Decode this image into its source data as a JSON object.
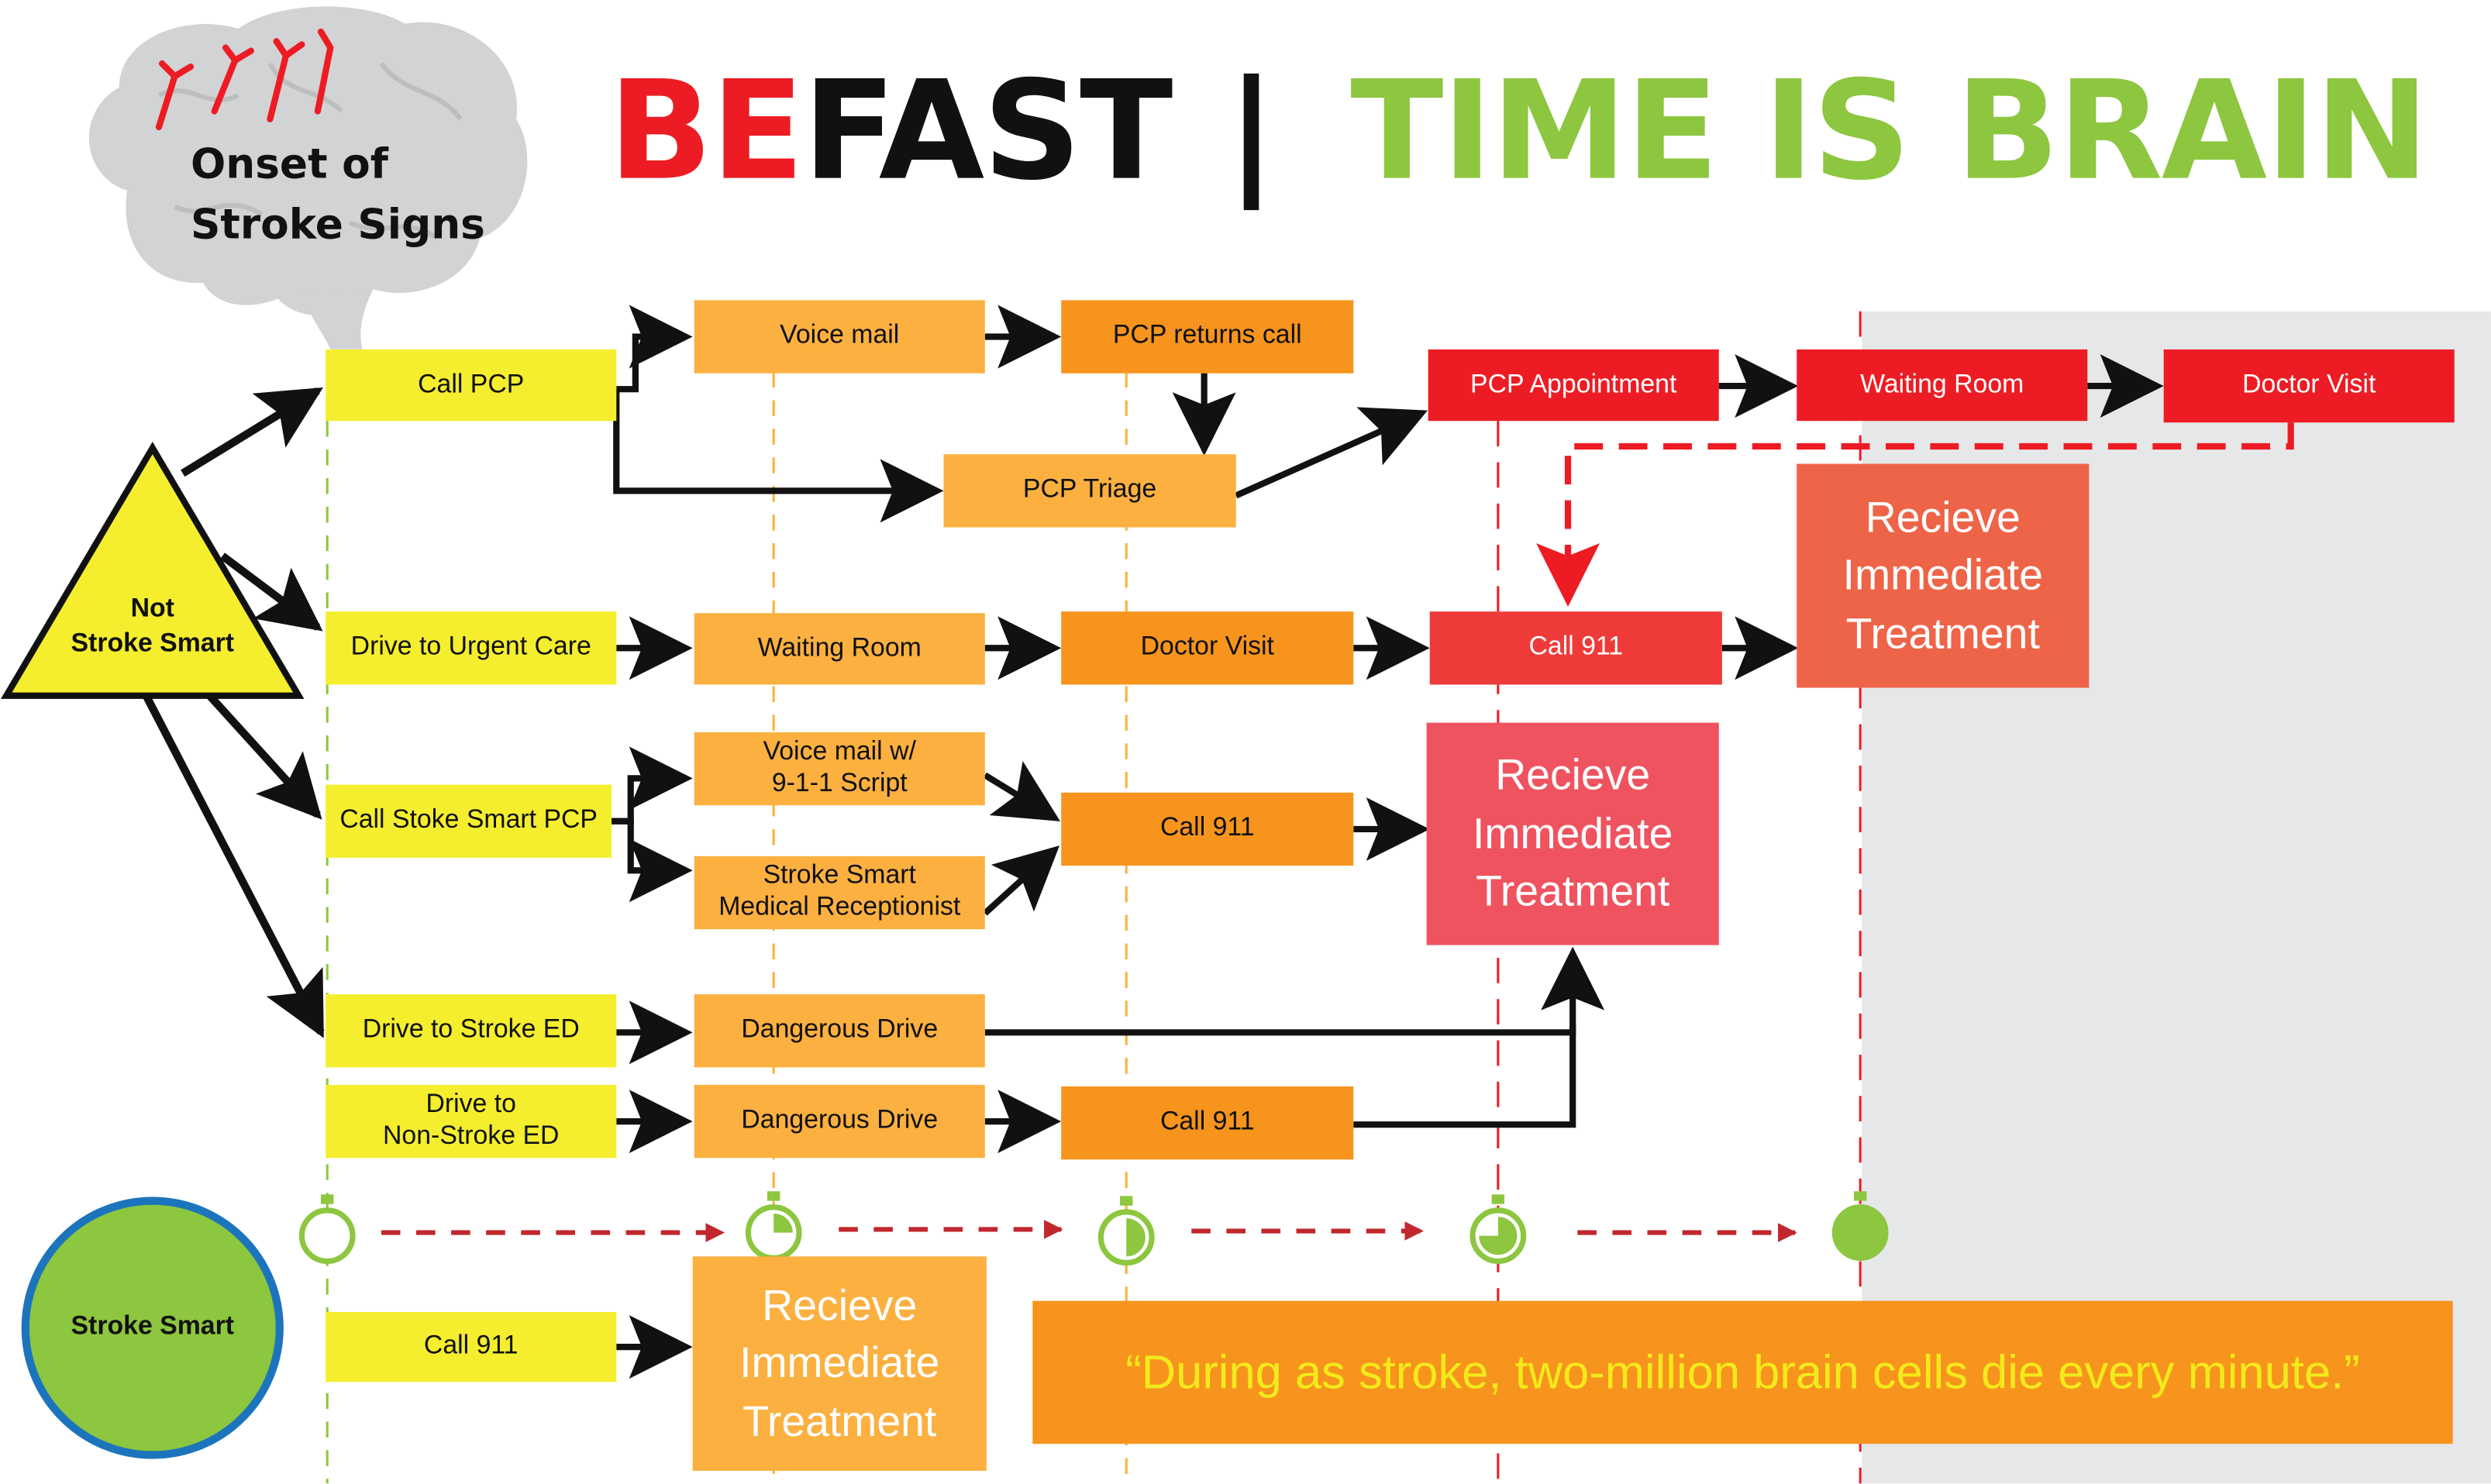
{
  "header": {
    "title_part1": "BE",
    "title_part2": "FAST",
    "separator": "|",
    "title_part3": "TIME IS BRAIN"
  },
  "brain": {
    "label_line1": "Onset of",
    "label_line2": "Stroke Signs",
    "icon": "brain-icon"
  },
  "not_stroke_smart": {
    "line1": "Not",
    "line2": "Stroke Smart"
  },
  "stroke_smart": {
    "label": "Stroke Smart"
  },
  "row1": {
    "call_pcp": "Call PCP",
    "voice_mail": "Voice mail",
    "pcp_returns_call": "PCP returns call",
    "pcp_triage": "PCP Triage",
    "pcp_appointment": "PCP Appointment",
    "waiting_room": "Waiting Room",
    "doctor_visit": "Doctor Visit"
  },
  "treatment_top": {
    "line1": "Recieve",
    "line2": "Immediate",
    "line3": "Treatment"
  },
  "row2": {
    "drive_urgent_care": "Drive to Urgent Care",
    "waiting_room": "Waiting Room",
    "doctor_visit": "Doctor Visit",
    "call_911": "Call 911"
  },
  "row3": {
    "call_stroke_smart_pcp": "Call Stoke Smart PCP",
    "voice_mail_script_line1": "Voice mail w/",
    "voice_mail_script_line2": "9-1-1 Script",
    "receptionist_line1": "Stroke Smart",
    "receptionist_line2": "Medical Receptionist",
    "call_911": "Call 911"
  },
  "treatment_mid": {
    "line1": "Recieve",
    "line2": "Immediate",
    "line3": "Treatment"
  },
  "row4": {
    "drive_stroke_ed": "Drive to Stroke ED",
    "dangerous_drive": "Dangerous Drive"
  },
  "row5": {
    "drive_non_stroke_line1": "Drive to",
    "drive_non_stroke_line2": "Non-Stroke ED",
    "dangerous_drive": "Dangerous Drive",
    "call_911": "Call 911"
  },
  "smart_row": {
    "call_911": "Call 911"
  },
  "treatment_bottom": {
    "line1": "Recieve",
    "line2": "Immediate",
    "line3": "Treatment"
  },
  "quote": "“During as stroke, two-million brain cells die every minute.”",
  "timers": [
    {
      "icon": "stopwatch-icon",
      "fill_fraction": 0
    },
    {
      "icon": "stopwatch-icon",
      "fill_fraction": 0.25
    },
    {
      "icon": "stopwatch-icon",
      "fill_fraction": 0.5
    },
    {
      "icon": "stopwatch-icon",
      "fill_fraction": 0.75
    },
    {
      "icon": "stopwatch-icon",
      "fill_fraction": 1
    }
  ],
  "colors": {
    "red": "#ed1c24",
    "black": "#111111",
    "green": "#8dc63f",
    "yellow": "#f4ee2e",
    "light_orange": "#fbb040",
    "orange": "#f7941d",
    "treatment_pink": "#ef5360",
    "treatment_coral": "#ee6448",
    "quote_text": "#f2ea1b",
    "stroke_smart_circle": "#8dc63f",
    "stroke_smart_ring": "#1c75bc",
    "grey_panel": "#e6e7e8"
  }
}
